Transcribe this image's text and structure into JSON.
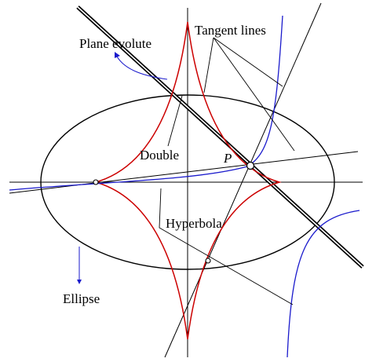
{
  "diagram": {
    "labels": {
      "tangent_lines": "Tangent lines",
      "plane_evolute": "Plane evolute",
      "double": "Double",
      "point_p": "P",
      "hyperbola": "Hyperbola",
      "ellipse": "Ellipse"
    },
    "colors": {
      "evolute": "#cc0000",
      "hyperbola": "#1a1acc",
      "lines": "#000000",
      "background": "#ffffff"
    }
  }
}
